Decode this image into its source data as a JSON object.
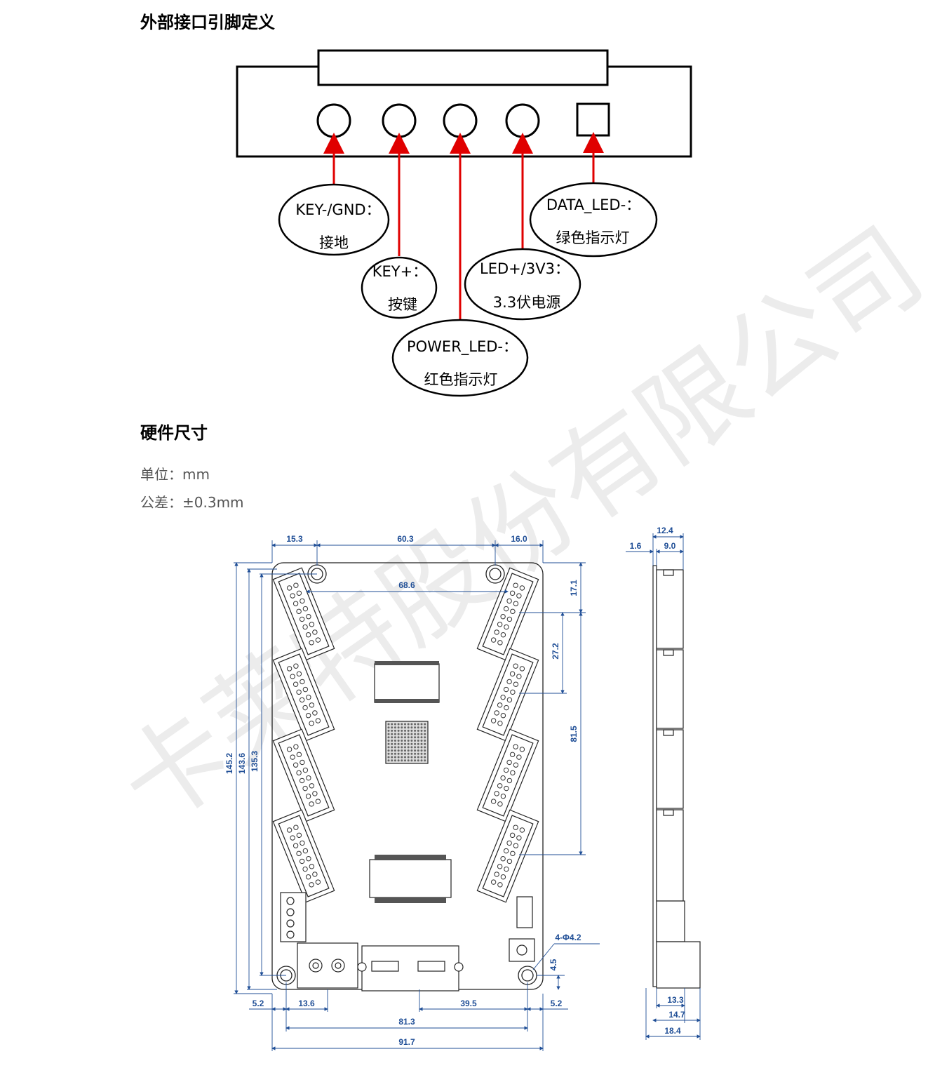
{
  "section1_title": "外部接口引脚定义",
  "section2_title": "硬件尺寸",
  "unit_text": "单位：mm",
  "tolerance_text": "公差：±0.3mm",
  "watermark": "卡莱特股份有限公司",
  "callouts": [
    {
      "line1": "KEY-/GND：",
      "line2": "接地"
    },
    {
      "line1": "KEY+：",
      "line2": "按键"
    },
    {
      "line1": "POWER_LED-：",
      "line2": "红色指示灯"
    },
    {
      "line1": "LED+/3V3：",
      "line2": "3.3伏电源"
    },
    {
      "line1": "DATA_LED-：",
      "line2": "绿色指示灯"
    }
  ],
  "dims": {
    "top": [
      "15.3",
      "60.3",
      "16.0"
    ],
    "inner": "68.6",
    "right": [
      "17.1",
      "27.2",
      "81.5"
    ],
    "left": [
      "145.2",
      "143.6",
      "135.3"
    ],
    "hole": "4-Φ4.2",
    "hole_offset": "4.5",
    "bottom": [
      "5.2",
      "13.6",
      "39.5",
      "5.2",
      "81.3",
      "91.7"
    ],
    "side_top": [
      "12.4",
      "1.6",
      "9.0"
    ],
    "side_bottom": [
      "13.3",
      "14.7",
      "18.4"
    ]
  },
  "colors": {
    "arrow": "#e00000",
    "dimension": "#1f4e96"
  }
}
